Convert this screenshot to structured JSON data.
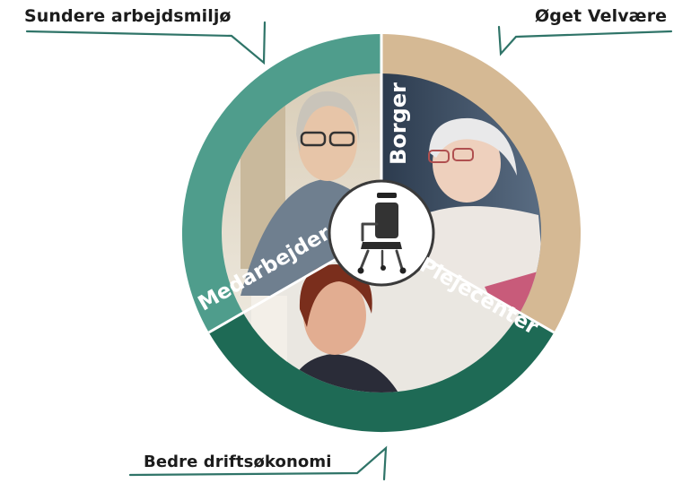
{
  "callouts": {
    "top_left": "Sundere arbejdsmiljø",
    "top_right": "Øget Velvære",
    "bottom": "Bedre driftsøkonomi"
  },
  "segments": {
    "borger": "Borger",
    "medarbejder": "Medarbejder",
    "plejecenter": "Plejecenter"
  },
  "colors": {
    "teal_light": "#4f9d8c",
    "teal_dark": "#1e6a55",
    "tan": "#d5b994",
    "teal_line": "#2f7468"
  },
  "icons": {
    "center": "shower-commode-chair-icon"
  }
}
